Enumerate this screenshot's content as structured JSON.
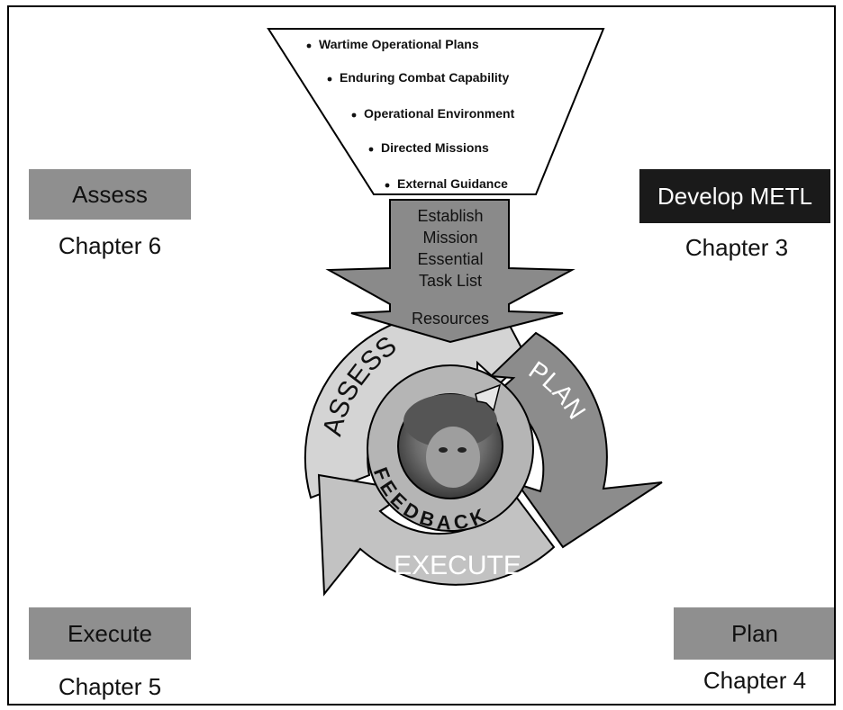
{
  "funnel": {
    "items": [
      "Wartime Operational Plans",
      "Enduring Combat Capability",
      "Operational Environment",
      "Directed Missions",
      "External Guidance"
    ]
  },
  "arrow": {
    "lines": [
      "Establish",
      "Mission",
      "Essential",
      "Task List"
    ],
    "resources": "Resources"
  },
  "cycle": {
    "assess": "ASSESS",
    "plan": "PLAN",
    "execute": "EXECUTE",
    "feedback": "FEEDBACK"
  },
  "corners": {
    "assess": {
      "label": "Assess",
      "chapter": "Chapter 6"
    },
    "develop": {
      "label": "Develop METL",
      "chapter": "Chapter 3"
    },
    "execute": {
      "label": "Execute",
      "chapter": "Chapter 5"
    },
    "plan": {
      "label": "Plan",
      "chapter": "Chapter 4"
    }
  },
  "colors": {
    "box_gray": "#8f8f8f",
    "box_dark": "#1a1a1a",
    "arrow_gray": "#8a8a8a",
    "assess_ring": "#d4d4d4",
    "plan_ring": "#8c8c8c",
    "execute_ring": "#c2c2c2"
  }
}
